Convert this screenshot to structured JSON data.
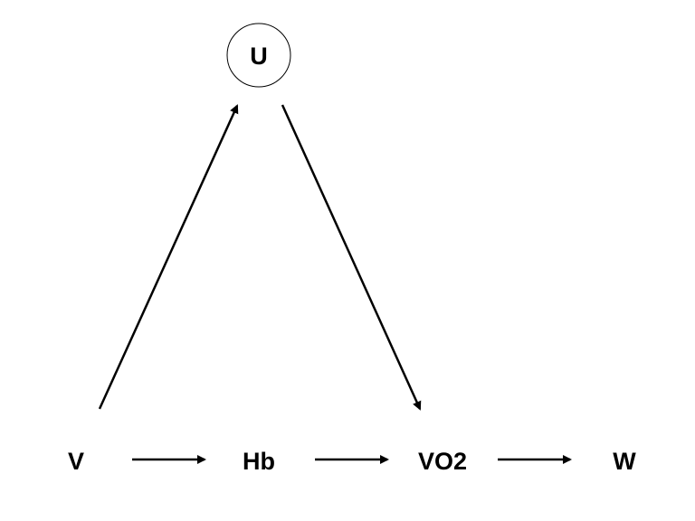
{
  "nodes": {
    "u": {
      "label": "U",
      "shape": "circle"
    },
    "v": {
      "label": "V"
    },
    "hb": {
      "label": "Hb"
    },
    "vo2": {
      "label": "VO2"
    },
    "w": {
      "label": "W"
    }
  },
  "edges": [
    {
      "from": "V",
      "to": "U"
    },
    {
      "from": "U",
      "to": "VO2"
    },
    {
      "from": "V",
      "to": "Hb"
    },
    {
      "from": "Hb",
      "to": "VO2"
    },
    {
      "from": "VO2",
      "to": "W"
    }
  ],
  "colors": {
    "foreground": "#000000",
    "background": "#ffffff"
  }
}
